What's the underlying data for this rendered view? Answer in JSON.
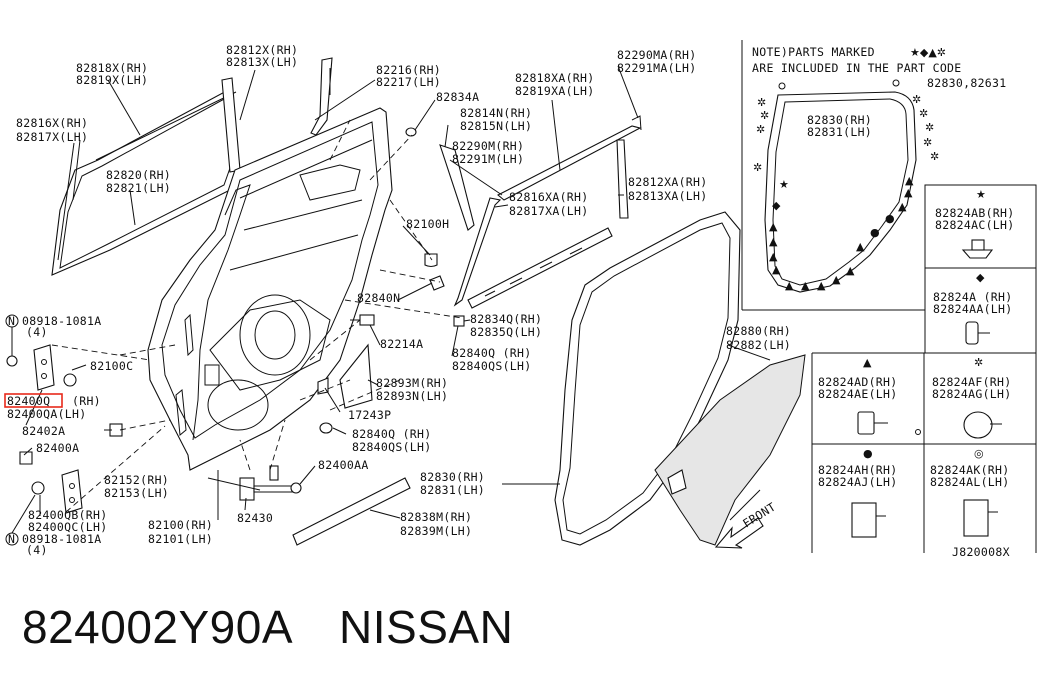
{
  "note": {
    "line1": "NOTE)PARTS MARKED",
    "symbols": "★◆▲✲",
    "line2": "ARE INCLUDED IN THE PART CODE",
    "codes": "82830,82631"
  },
  "labels": {
    "p82818X": "82818X(RH)",
    "p82819X": "82819X(LH)",
    "p82812X": "82812X(RH)",
    "p82813X": "82813X(LH)",
    "p82216": "82216(RH)",
    "p82217": "82217(LH)",
    "p82834A": "82834A",
    "p82290MA": "82290MA(RH)",
    "p82291MA": "82291MA(LH)",
    "p82818XA": "82818XA(RH)",
    "p82819XA": "82819XA(LH)",
    "p82814N": "82814N(RH)",
    "p82815N": "82815N(LH)",
    "p82816X": "82816X(RH)",
    "p82817X": "82817X(LH)",
    "p82290M": "82290M(RH)",
    "p82291M": "82291M(LH)",
    "p82820": "82820(RH)",
    "p82821": "82821(LH)",
    "p82816XA": "82816XA(RH)",
    "p82817XA": "82817XA(LH)",
    "p82812XA": "82812XA(RH)",
    "p82813XA": "82813XA(LH)",
    "p82100H": "82100H",
    "p82840N": "82840N",
    "p08918a": "08918-1081A",
    "p08918a_q": "(4)",
    "p82834Q": "82834Q(RH)",
    "p82835Q": "82835Q(LH)",
    "p82214A": "82214A",
    "p82100C": "82100C",
    "p82840Q_a": "82840Q (RH)",
    "p82840QS_a": "82840QS(LH)",
    "p82893M": "82893M(RH)",
    "p82893N": "82893N(LH)",
    "p82400Q": "82400Q",
    "p82400Q_rh": "(RH)",
    "p82400QA": "82400QA(LH)",
    "p17243P": "17243P",
    "p82402A": "82402A",
    "p82840Q_b": "82840Q (RH)",
    "p82840QS_b": "82840QS(LH)",
    "p82400A": "82400A",
    "p82400AA": "82400AA",
    "p82152": "82152(RH)",
    "p82153": "82153(LH)",
    "p82830": "82830(RH)",
    "p82831": "82831(LH)",
    "p82400QB": "82400QB(RH)",
    "p82400QC": "82400QC(LH)",
    "p08918b": "08918-1081A",
    "p08918b_q": "(4)",
    "p82100": "82100(RH)",
    "p82101": "82101(LH)",
    "p82430": "82430",
    "p82838M": "82838M(RH)",
    "p82839M": "82839M(LH)",
    "p82880": "82880(RH)",
    "p82882": "82882(LH)",
    "p82830i": "82830(RH)",
    "p82831i": "82831(LH)",
    "front": "FRONT",
    "code": "J820008X"
  },
  "grid": {
    "star": "★",
    "s1a": "82824AB(RH)",
    "s1b": "82824AC(LH)",
    "dia": "◆",
    "s2a": "82824A (RH)",
    "s2b": "82824AA(LH)",
    "tri": "▲",
    "s3a": "82824AD(RH)",
    "s3b": "82824AE(LH)",
    "ast": "✲",
    "s4a": "82824AF(RH)",
    "s4b": "82824AG(LH)",
    "dot": "●",
    "s5a": "82824AH(RH)",
    "s5b": "82824AJ(LH)",
    "dot2": "◎",
    "s6a": "82824AK(RH)",
    "s6b": "82824AL(LH)"
  },
  "callout_N": "N",
  "caption": {
    "part_number": "824002Y90A",
    "brand": "NISSAN"
  },
  "colors": {
    "highlight": "#e8291b",
    "line": "#111111"
  }
}
